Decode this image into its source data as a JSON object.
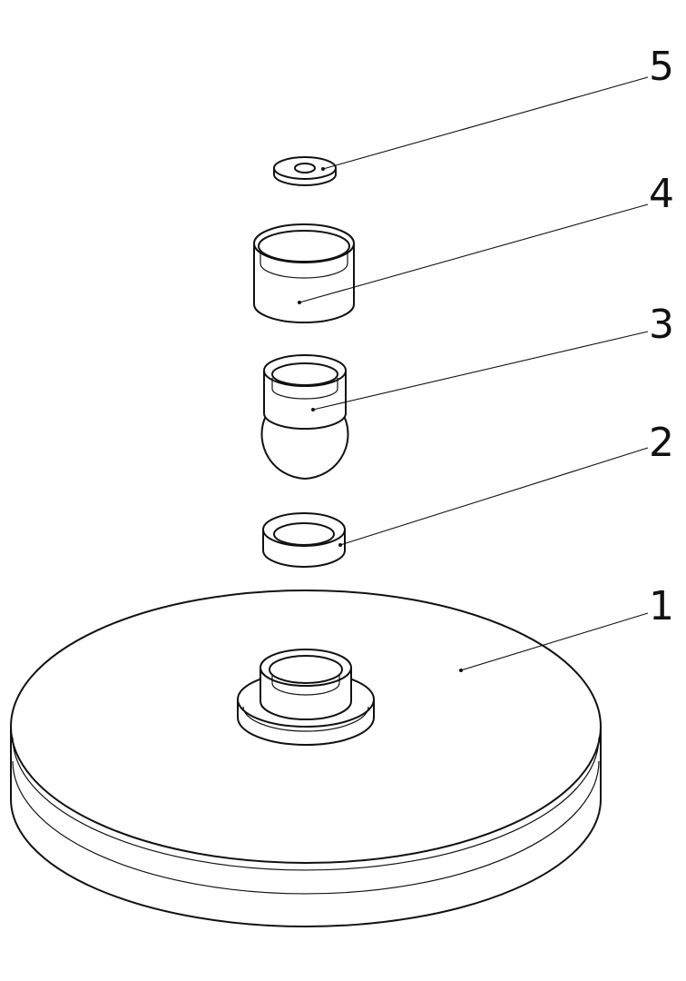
{
  "diagram": {
    "type": "exploded-assembly-drawing",
    "callouts": [
      {
        "id": "callout-1",
        "label": "1"
      },
      {
        "id": "callout-2",
        "label": "2"
      },
      {
        "id": "callout-3",
        "label": "3"
      },
      {
        "id": "callout-4",
        "label": "4"
      },
      {
        "id": "callout-5",
        "label": "5"
      }
    ],
    "colors": {
      "line": "#111111",
      "background": "#ffffff"
    }
  }
}
